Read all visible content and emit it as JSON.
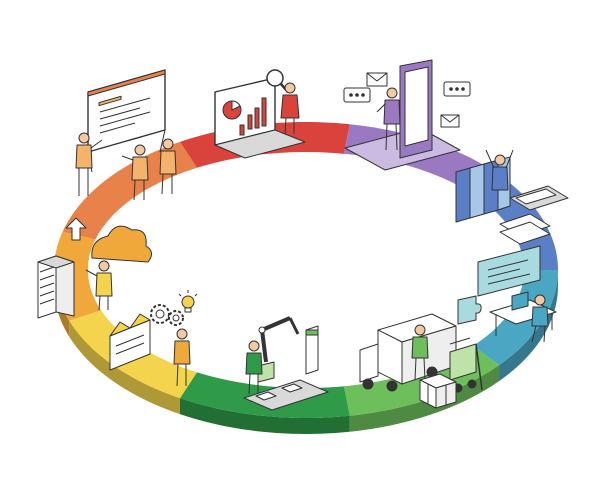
{
  "diagram": {
    "kind": "isometric business-cycle ring",
    "segments": [
      {
        "name": "strategy-planning",
        "color": "#e8814a"
      },
      {
        "name": "data-analysis",
        "color": "#d9433b"
      },
      {
        "name": "online-communication",
        "color": "#9a78c2"
      },
      {
        "name": "sales-accounting",
        "color": "#5b7fc6"
      },
      {
        "name": "system-development",
        "color": "#4aa7c4"
      },
      {
        "name": "logistics-delivery",
        "color": "#6cbf5b"
      },
      {
        "name": "factory-automation",
        "color": "#2f9a48"
      },
      {
        "name": "manufacturing-idea",
        "color": "#f3d44c"
      },
      {
        "name": "cloud-data-storage",
        "color": "#f0a83a"
      }
    ],
    "accent_colors": {
      "line": "#333333",
      "skin": "#f1c9a3",
      "orange_fill": "#f3b36a",
      "purple_fill": "#cbbbe3",
      "blue_fill": "#a8c6e8",
      "teal_fill": "#a8dbe0",
      "green_fill": "#bde3a8",
      "gray_fill": "#d9d9d9"
    },
    "icons": [
      "whiteboard-icon",
      "laptop-chart-icon",
      "magnifier-icon",
      "smartphone-icon",
      "mail-icon",
      "chat-bubble-icon",
      "binder-icon",
      "calculator-icon",
      "monitor-code-icon",
      "puzzle-icon",
      "delivery-truck-icon",
      "forklift-icon",
      "robot-arm-icon",
      "factory-icon",
      "gear-icon",
      "lightbulb-icon",
      "server-rack-icon",
      "cloud-icon"
    ]
  }
}
